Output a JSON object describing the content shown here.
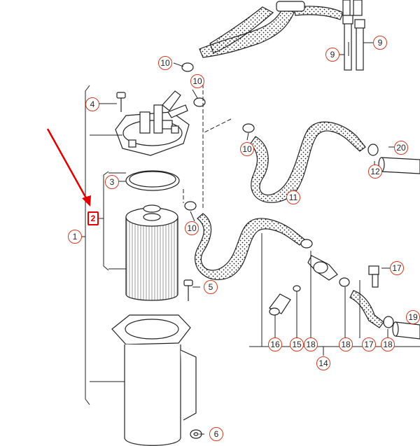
{
  "callouts": {
    "c1": "1",
    "c2": "2",
    "c3": "3",
    "c4": "4",
    "c5": "5",
    "c6": "6",
    "c9a": "9",
    "c9b": "9",
    "c10a": "10",
    "c10b": "10",
    "c10c": "10",
    "c10d": "10",
    "c11": "11",
    "c12": "12",
    "c14": "14",
    "c15": "15",
    "c16": "16",
    "c17a": "17",
    "c17b": "17",
    "c18a": "18",
    "c18b": "18",
    "c18c": "18",
    "c19": "19",
    "c20": "20"
  },
  "colors": {
    "callout_border": "#d23a1e",
    "highlight": "#e10000",
    "line": "#222222"
  }
}
